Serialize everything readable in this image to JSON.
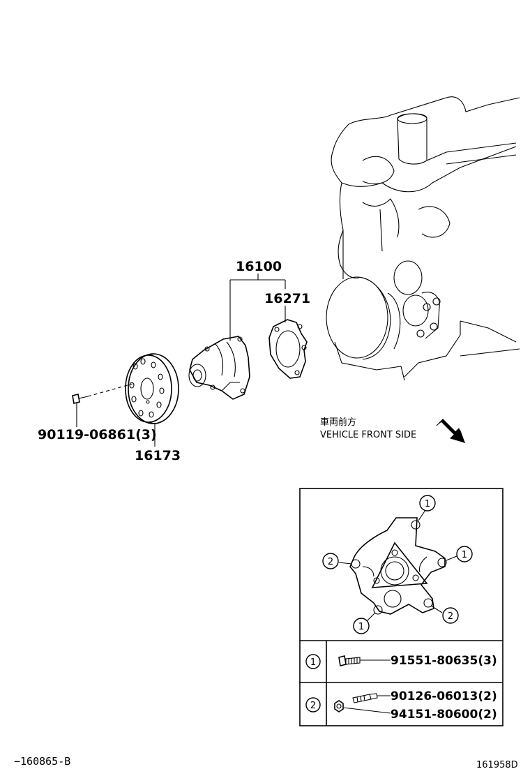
{
  "labels": {
    "assy": "16100",
    "gasket": "16271",
    "pulley": "16173",
    "pulley_bolt": "90119-06861(3)",
    "front_jp": "車両前方",
    "front_en": "VEHICLE FRONT SIDE"
  },
  "legend": {
    "circle_1": "1",
    "circle_2": "2",
    "row1": {
      "key": "1",
      "part": "91551-80635(3)"
    },
    "row2": {
      "key": "2",
      "part_a": "90126-06013(2)",
      "part_b": "94151-80600(2)"
    }
  },
  "footer": {
    "left_code": "−160865-B",
    "right_code": "161958D"
  }
}
